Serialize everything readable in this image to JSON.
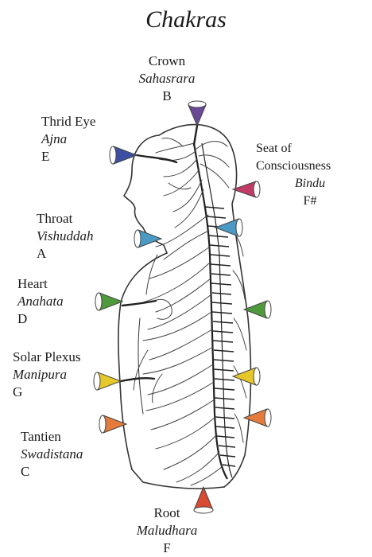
{
  "title": "Chakras",
  "chakras": [
    {
      "name": "Crown",
      "sanskrit": "Sahasrara",
      "note": "B",
      "color": "#6a4a96"
    },
    {
      "name": "Thrid Eye",
      "sanskrit": "Ajna",
      "note": "E",
      "color": "#3d4fa3"
    },
    {
      "name": "Seat of Consciousness",
      "sanskrit": "Bindu",
      "note": "F#",
      "color": "#c23a66"
    },
    {
      "name": "Throat",
      "sanskrit": "Vishuddah",
      "note": "A",
      "color": "#4a9ac4"
    },
    {
      "name": "Heart",
      "sanskrit": "Anahata",
      "note": "D",
      "color": "#4f9a3c"
    },
    {
      "name": "Solar Plexus",
      "sanskrit": "Manipura",
      "note": "G",
      "color": "#e6c82a"
    },
    {
      "name": "Tantien",
      "sanskrit": "Swadistana",
      "note": "C",
      "color": "#e47a3c"
    },
    {
      "name": "Root",
      "sanskrit": "Maludhara",
      "note": "F",
      "color": "#d94a32"
    }
  ]
}
